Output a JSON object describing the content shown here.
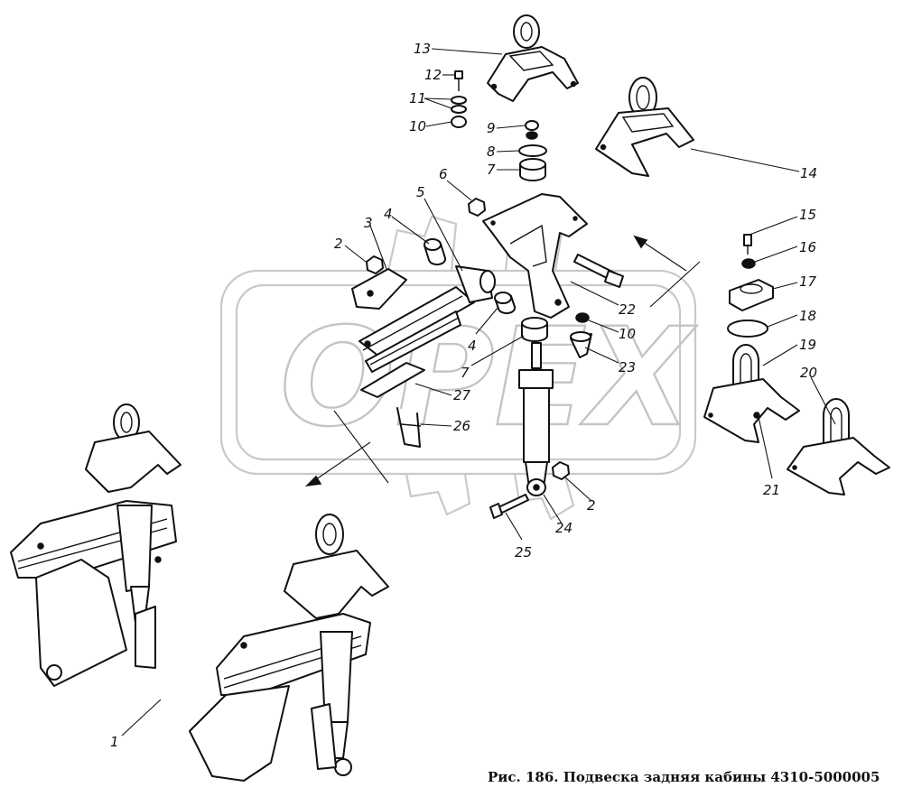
{
  "caption": "Рис. 186. Подвеска задняя кабины 4310-5000005",
  "watermark": "OPEX",
  "part_numbers": [
    "1",
    "2",
    "3",
    "4",
    "5",
    "6",
    "7",
    "8",
    "9",
    "10",
    "11",
    "12",
    "13",
    "14",
    "15",
    "16",
    "17",
    "18",
    "19",
    "20",
    "21",
    "22",
    "23",
    "24",
    "25",
    "26",
    "27"
  ],
  "colors": {
    "ink": "#111111",
    "watermark": "#c4c4c4",
    "background": "#ffffff"
  }
}
